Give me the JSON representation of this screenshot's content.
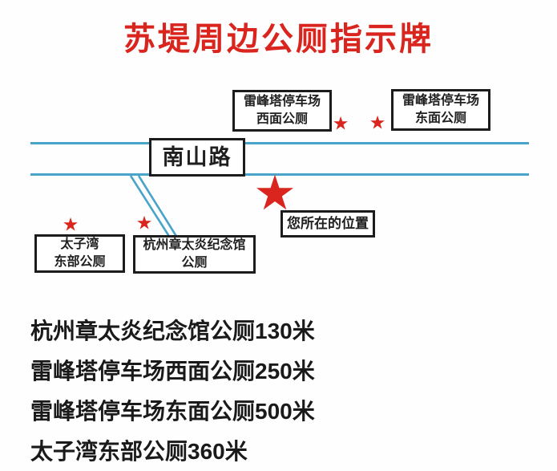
{
  "title": "苏堤周边公厕指示牌",
  "map": {
    "road": {
      "label": "南山路"
    },
    "locations": {
      "leifeng_west": {
        "line1": "雷峰塔停车场",
        "line2": "西面公厕"
      },
      "leifeng_east": {
        "line1": "雷峰塔停车场",
        "line2": "东面公厕"
      },
      "taiziwan_east": {
        "line1": "太子湾",
        "line2": "东部公厕"
      },
      "zhangtaiyan": {
        "line1": "杭州章太炎纪念馆",
        "line2": "公厕"
      },
      "current_position": {
        "label": "您所在的位置"
      }
    },
    "star_glyph": "★"
  },
  "distances": {
    "items": [
      "杭州章太炎纪念馆公厕130米",
      "雷峰塔停车场西面公厕250米",
      "雷峰塔停车场东面公厕500米",
      "太子湾东部公厕360米"
    ]
  },
  "colors": {
    "title_red": "#d9251e",
    "star_red": "#d9251e",
    "road_blue": "#4aa4c9",
    "box_border": "#1c1c1c",
    "background": "#fefefe"
  }
}
